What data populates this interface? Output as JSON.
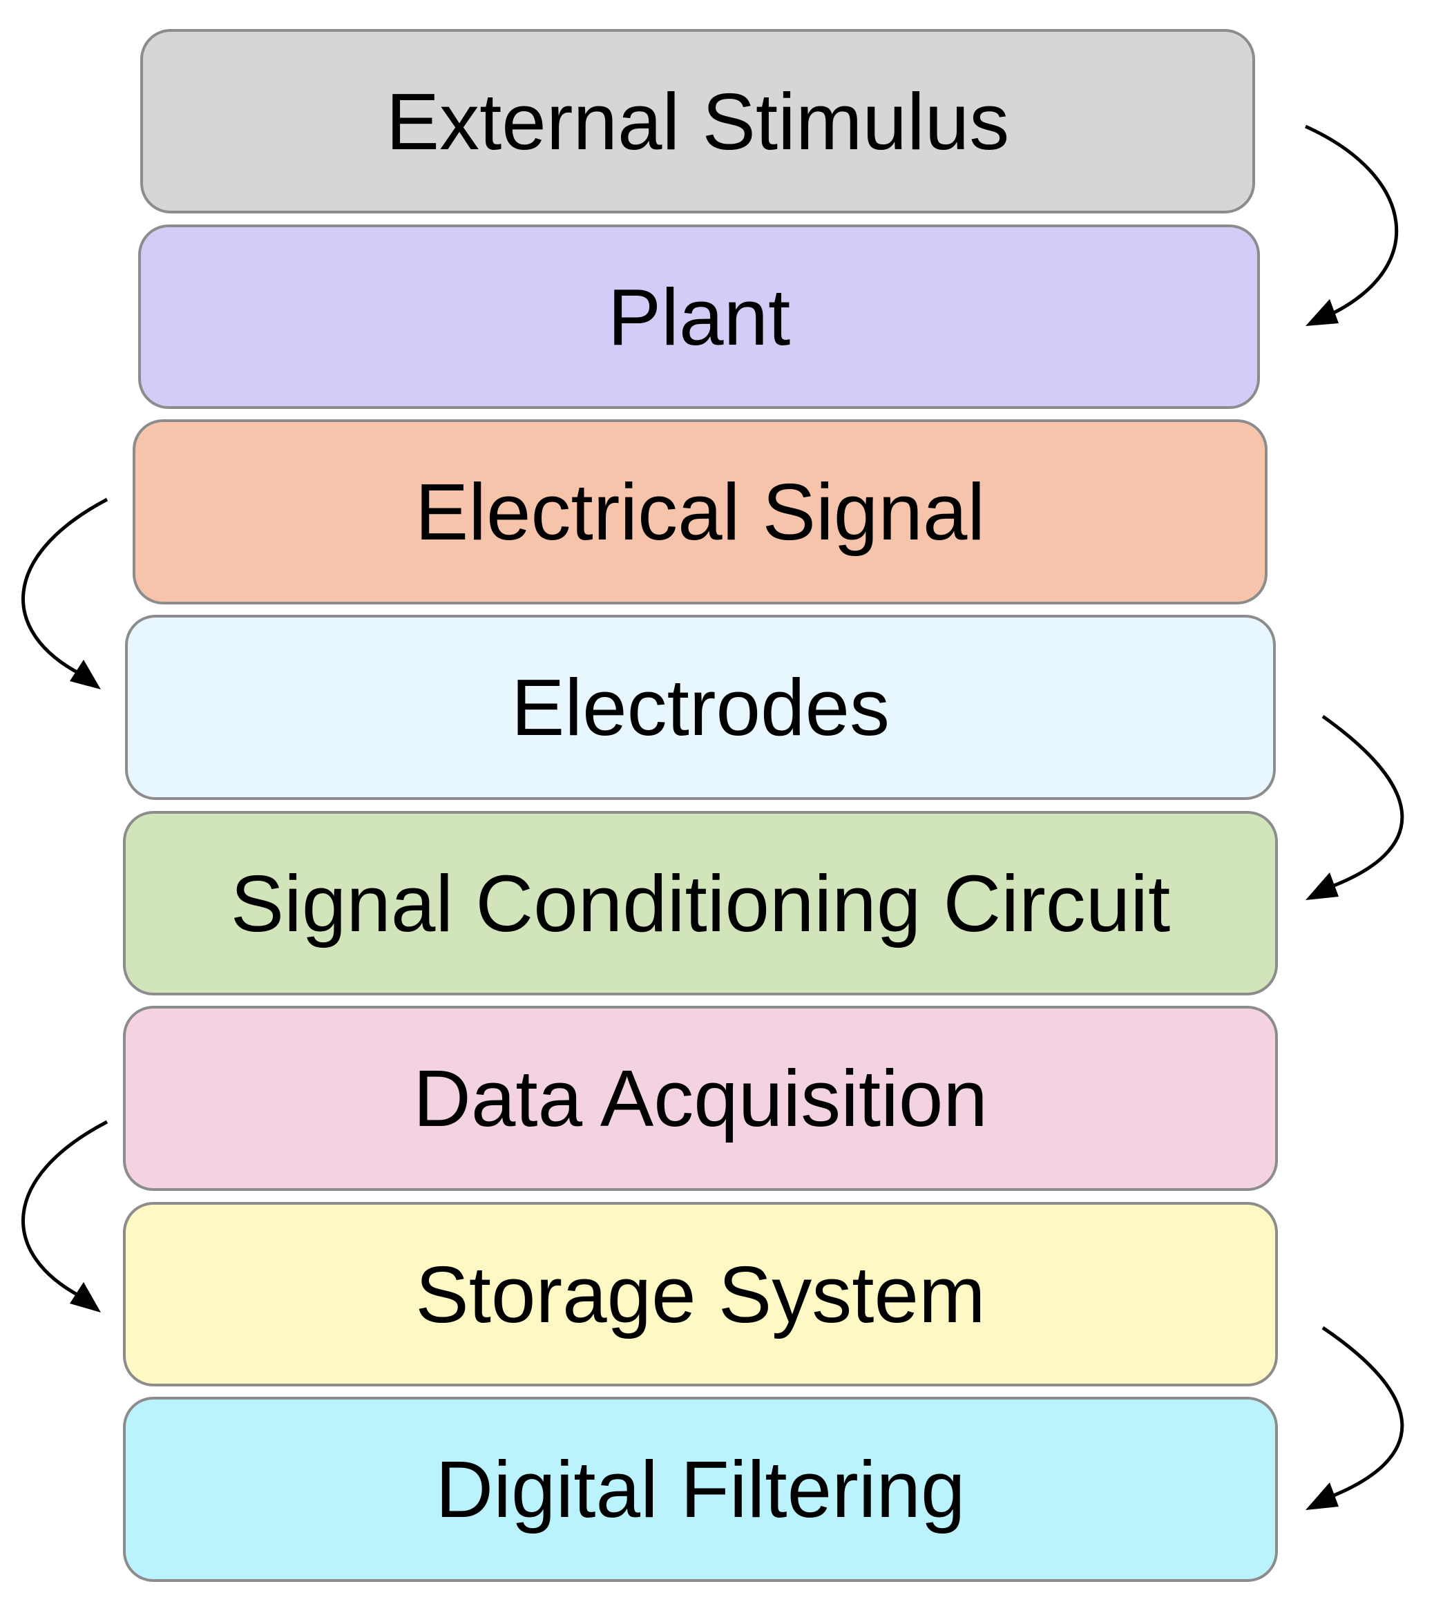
{
  "stages": [
    {
      "label": "External Stimulus",
      "color": "#d6d6d6"
    },
    {
      "label": "Plant",
      "color": "#d5cbf7"
    },
    {
      "label": "Electrical Signal",
      "color": "#f5c4ab"
    },
    {
      "label": "Electrodes",
      "color": "#e8f6fd"
    },
    {
      "label": "Signal Conditioning Circuit",
      "color": "#d2e5ba"
    },
    {
      "label": "Data Acquisition",
      "color": "#f3d3e1"
    },
    {
      "label": "Storage System",
      "color": "#fdf8c4"
    },
    {
      "label": "Digital Filtering",
      "color": "#baf3fb"
    }
  ],
  "arrow_color": "#000000",
  "border_color": "#8c8c8c"
}
